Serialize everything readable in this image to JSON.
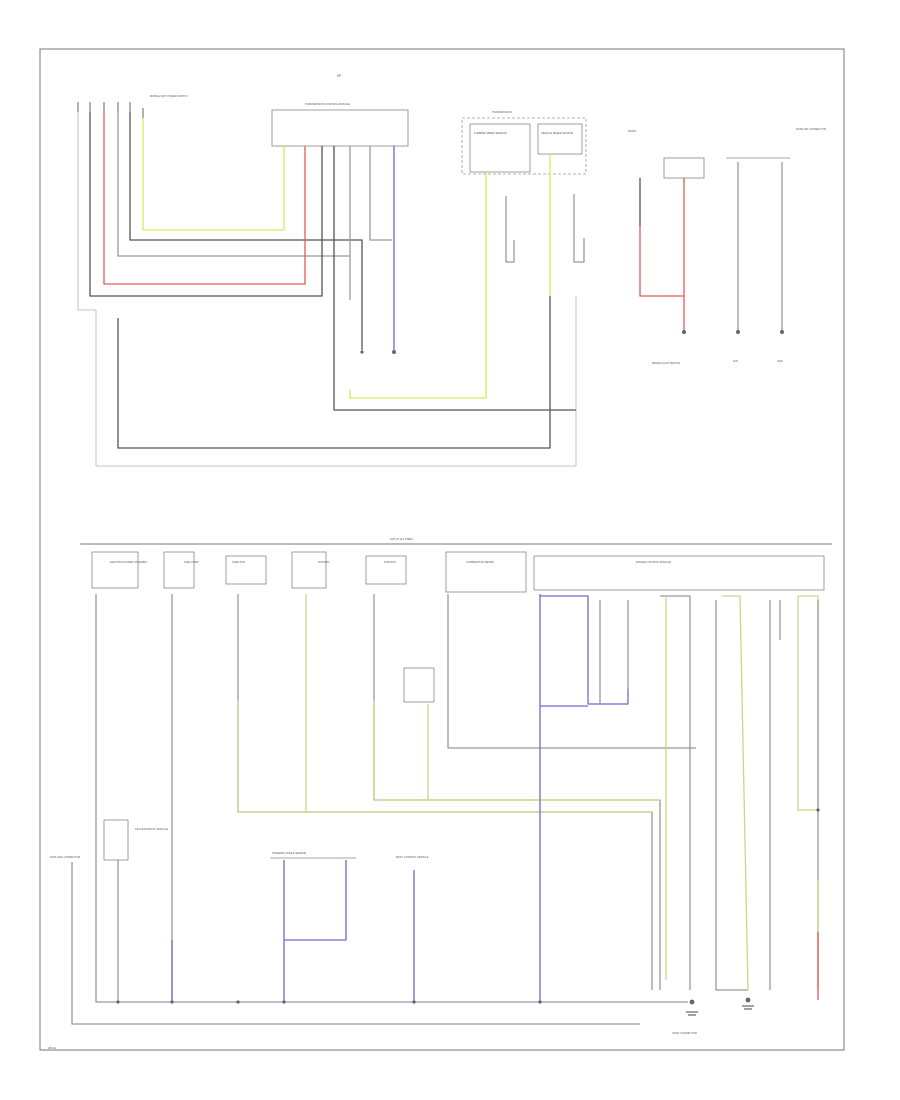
{
  "diagram": {
    "top_block_label": "I/P",
    "module_top_label": "TRANSMISSION CONTROL MODULE",
    "transmission_label": "TRANSMISSION",
    "trans_sensor_1": "TURBINE SPEED SENSOR",
    "trans_sensor_2": "VEHICLE SPEED SENSOR",
    "left_top_label": "MOBILE UNIT POWER SUPPLY",
    "right_top_label": "RADIO",
    "right_module_label": "DATALINK CONNECTOR",
    "lower_left_caption": "BRAKE LIGHT SWITCH",
    "lower_caption_2": "IGN",
    "lower_caption_3": "GND",
    "power_bus_label": "HOT AT ALL TIMES",
    "bottom_modules": [
      "ELECTRIC POWER STEERING",
      "FUEL PUMP",
      "INJECTOR",
      "IGNITION",
      "IGNITION",
      "COMBINATION METER"
    ],
    "engine_module_label": "ENGINE CONTROL MODULE",
    "lower_left_module_1": "DATA LINK CONNECTOR",
    "lower_left_module_2": "KEYLESS ENTRY MODULE",
    "lower_mid_module_1": "STEERING ANGLE SENSOR",
    "lower_mid_module_2": "BODY CONTROL MODULE",
    "splice_label": "JOINT CONNECTOR",
    "page_ref": "WD-91"
  }
}
